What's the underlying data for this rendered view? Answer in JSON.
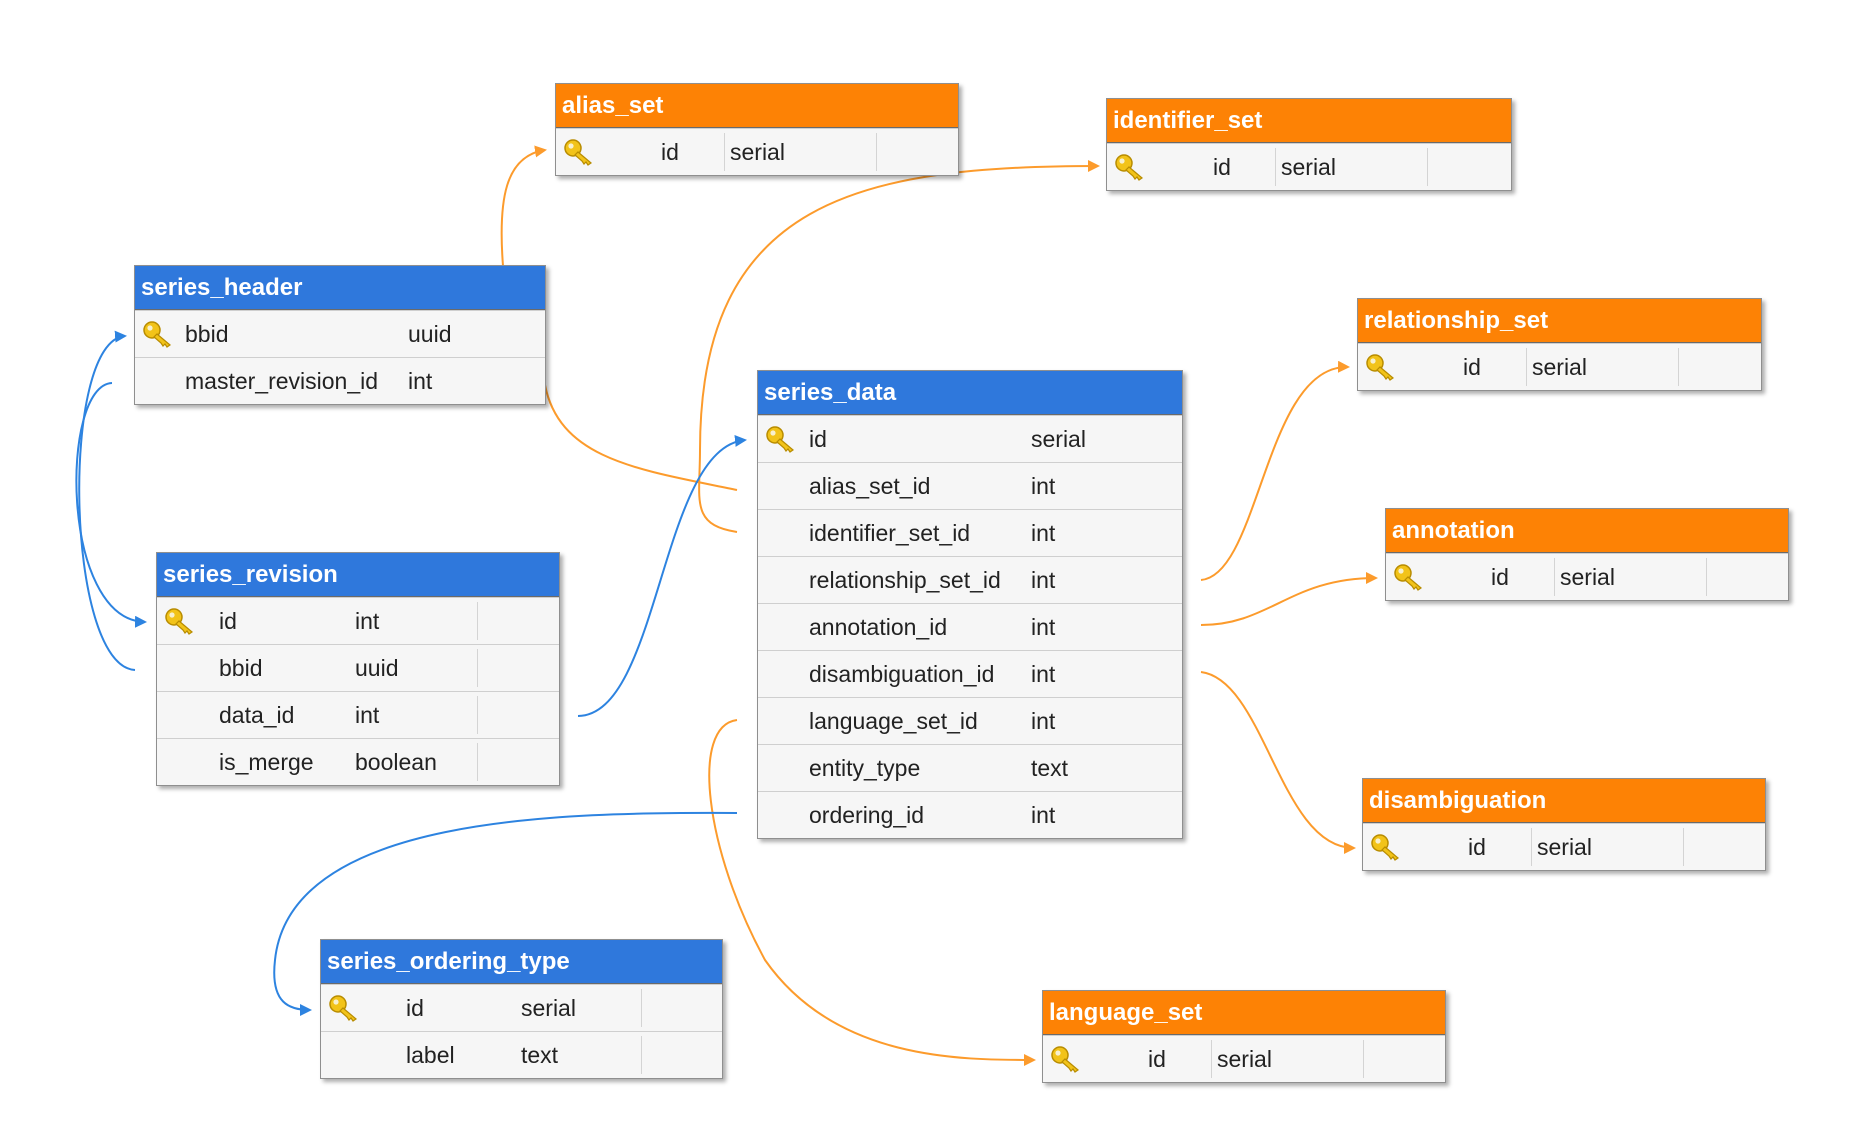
{
  "colors": {
    "blue_header": "#2f78dc",
    "orange_header": "#fd8205",
    "blue_link": "#2d83e0",
    "orange_link": "#fc9b2c",
    "key_icon": "#f2c319"
  },
  "tables": {
    "alias_set": {
      "title": "alias_set",
      "rows": [
        {
          "name": "id",
          "type": "serial",
          "pk": true
        }
      ]
    },
    "identifier_set": {
      "title": "identifier_set",
      "rows": [
        {
          "name": "id",
          "type": "serial",
          "pk": true
        }
      ]
    },
    "series_header": {
      "title": "series_header",
      "rows": [
        {
          "name": "bbid",
          "type": "uuid",
          "pk": true
        },
        {
          "name": "master_revision_id",
          "type": "int",
          "pk": false
        }
      ]
    },
    "relationship_set": {
      "title": "relationship_set",
      "rows": [
        {
          "name": "id",
          "type": "serial",
          "pk": true
        }
      ]
    },
    "series_data": {
      "title": "series_data",
      "rows": [
        {
          "name": "id",
          "type": "serial",
          "pk": true
        },
        {
          "name": "alias_set_id",
          "type": "int",
          "pk": false
        },
        {
          "name": "identifier_set_id",
          "type": "int",
          "pk": false
        },
        {
          "name": "relationship_set_id",
          "type": "int",
          "pk": false
        },
        {
          "name": "annotation_id",
          "type": "int",
          "pk": false
        },
        {
          "name": "disambiguation_id",
          "type": "int",
          "pk": false
        },
        {
          "name": "language_set_id",
          "type": "int",
          "pk": false
        },
        {
          "name": "entity_type",
          "type": "text",
          "pk": false
        },
        {
          "name": "ordering_id",
          "type": "int",
          "pk": false
        }
      ]
    },
    "annotation": {
      "title": "annotation",
      "rows": [
        {
          "name": "id",
          "type": "serial",
          "pk": true
        }
      ]
    },
    "series_revision": {
      "title": "series_revision",
      "rows": [
        {
          "name": "id",
          "type": "int",
          "pk": true
        },
        {
          "name": "bbid",
          "type": "uuid",
          "pk": false
        },
        {
          "name": "data_id",
          "type": "int",
          "pk": false
        },
        {
          "name": "is_merge",
          "type": "boolean",
          "pk": false
        }
      ]
    },
    "disambiguation": {
      "title": "disambiguation",
      "rows": [
        {
          "name": "id",
          "type": "serial",
          "pk": true
        }
      ]
    },
    "series_ordering_type": {
      "title": "series_ordering_type",
      "rows": [
        {
          "name": "id",
          "type": "serial",
          "pk": true
        },
        {
          "name": "label",
          "type": "text",
          "pk": false
        }
      ]
    },
    "language_set": {
      "title": "language_set",
      "rows": [
        {
          "name": "id",
          "type": "serial",
          "pk": true
        }
      ]
    }
  },
  "relations": [
    {
      "from": "series_header.master_revision_id",
      "to": "series_revision.id",
      "color": "blue"
    },
    {
      "from": "series_revision.bbid",
      "to": "series_header.bbid",
      "color": "blue"
    },
    {
      "from": "series_revision.data_id",
      "to": "series_data.id",
      "color": "blue"
    },
    {
      "from": "series_data.ordering_id",
      "to": "series_ordering_type.id",
      "color": "blue"
    },
    {
      "from": "series_data.alias_set_id",
      "to": "alias_set.id",
      "color": "orange"
    },
    {
      "from": "series_data.identifier_set_id",
      "to": "identifier_set.id",
      "color": "orange"
    },
    {
      "from": "series_data.relationship_set_id",
      "to": "relationship_set.id",
      "color": "orange"
    },
    {
      "from": "series_data.annotation_id",
      "to": "annotation.id",
      "color": "orange"
    },
    {
      "from": "series_data.disambiguation_id",
      "to": "disambiguation.id",
      "color": "orange"
    },
    {
      "from": "series_data.language_set_id",
      "to": "language_set.id",
      "color": "orange"
    }
  ]
}
